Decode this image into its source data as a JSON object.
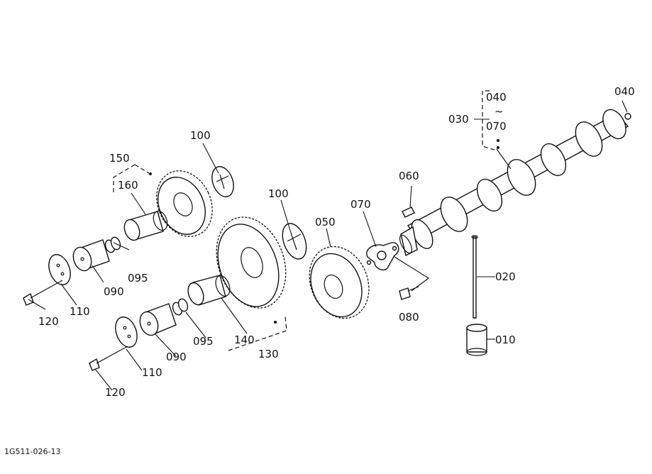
{
  "figure_id": "1G511-026-13",
  "callouts": {
    "p010": "010",
    "p020": "020",
    "p030": "030",
    "p040_top": "040",
    "p040_range_start": "040",
    "p070_range_end": "070",
    "range_symbol": "~",
    "p050": "050",
    "p060": "060",
    "p070": "070",
    "p080": "080",
    "p090_upper": "090",
    "p090_lower": "090",
    "p095_upper": "095",
    "p095_lower": "095",
    "p100_upper": "100",
    "p100_lower": "100",
    "p110_upper": "110",
    "p110_lower": "110",
    "p120_upper": "120",
    "p120_lower": "120",
    "p130": "130",
    "p140": "140",
    "p150": "150",
    "p160": "160"
  }
}
